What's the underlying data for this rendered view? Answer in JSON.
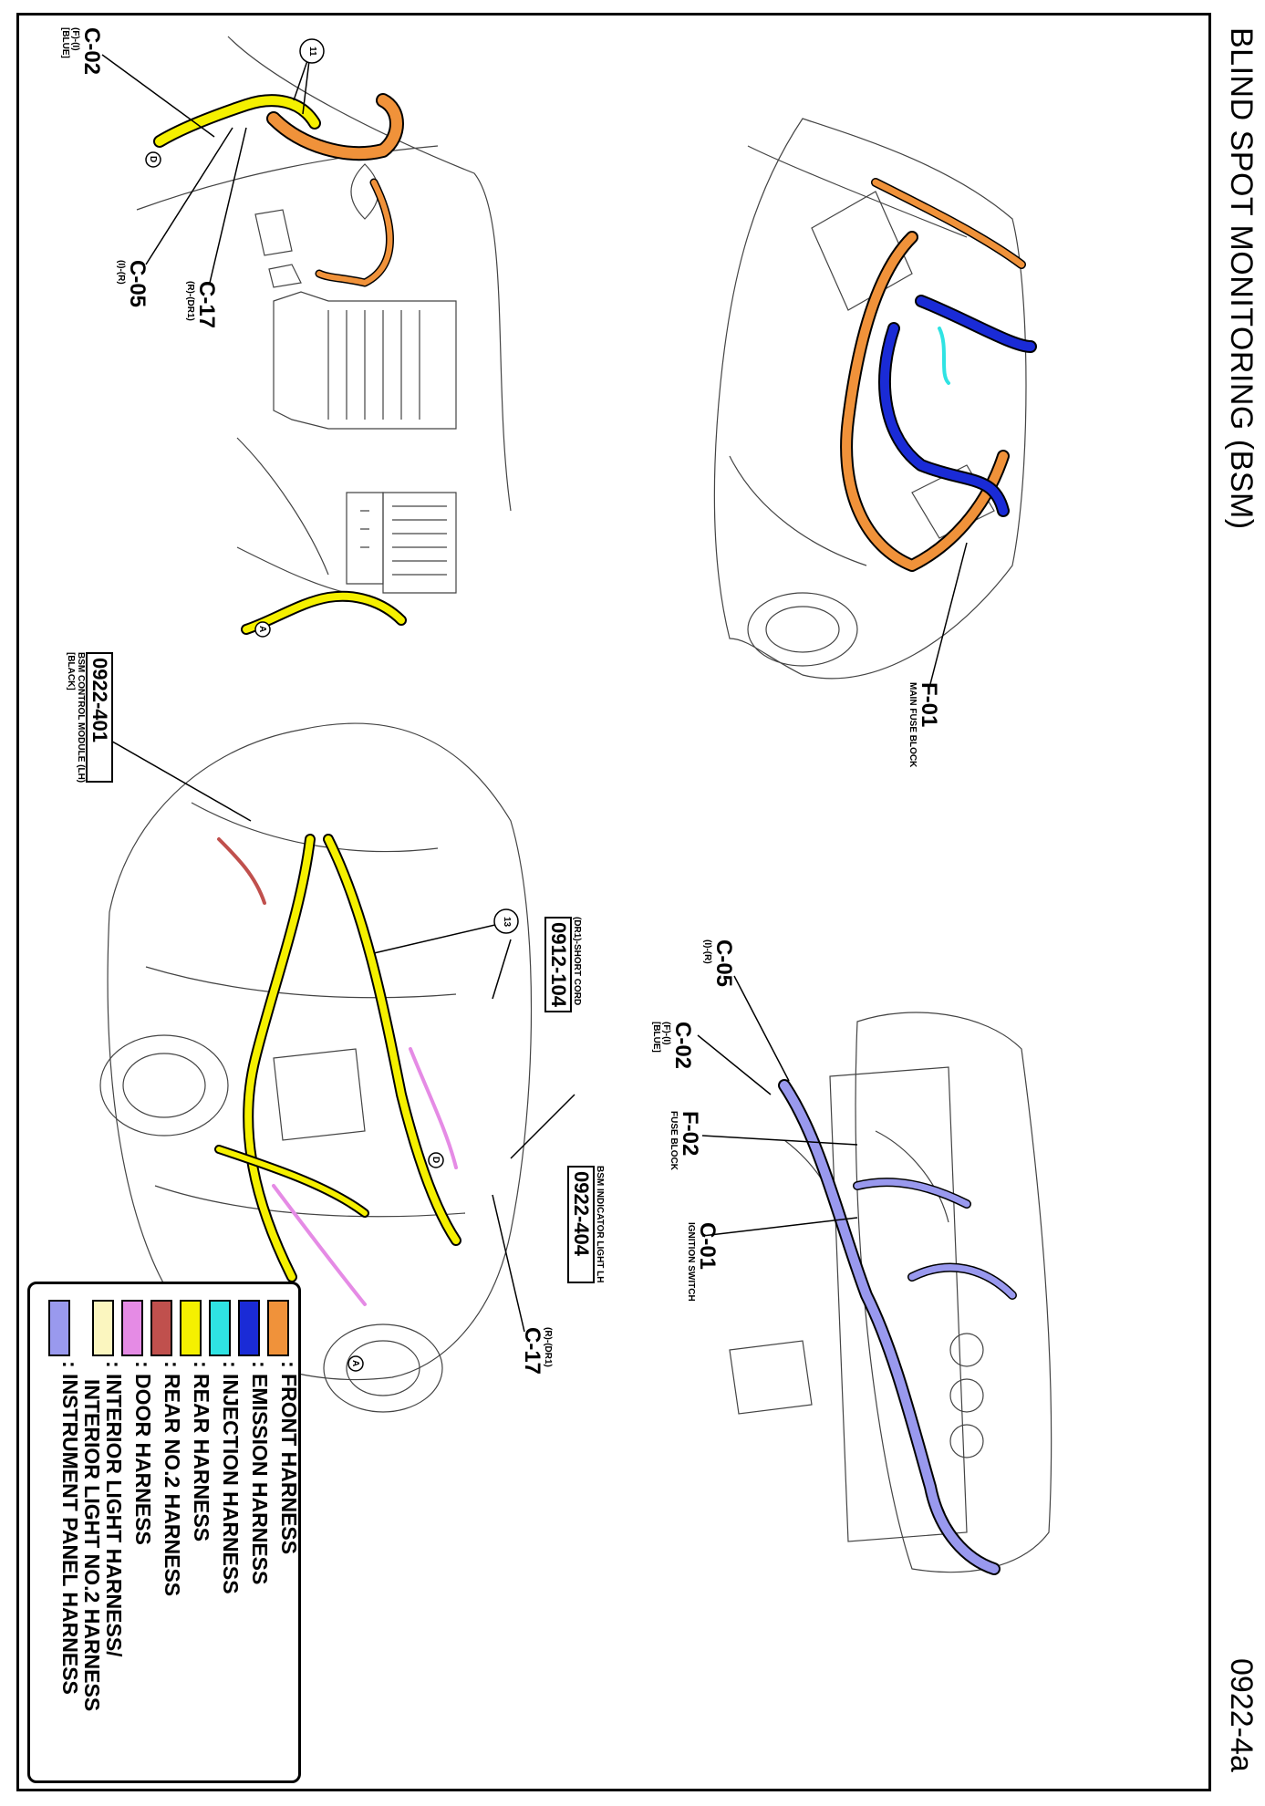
{
  "title": "BLIND SPOT MONITORING (BSM)",
  "page_number": "0922-4a",
  "callouts": {
    "c02_top": {
      "id": "C-02",
      "sub1": "(F)-(I)",
      "sub2": "[BLUE]"
    },
    "c05_top": {
      "id": "C-05",
      "sub1": "(I)-(R)"
    },
    "c17_top": {
      "id": "C-17",
      "sub1": "(R)-(DR1)"
    },
    "ref11": "11",
    "f01": {
      "id": "F-01",
      "sub1": "MAIN FUSE BLOCK"
    },
    "module401": {
      "id": "0922-401",
      "sub1": "BSM CONTROL MODULE (LH)",
      "sub2": "[BLACK]"
    },
    "cord104": {
      "id": "0912-104",
      "sub1": "(DR1)-SHORT CORD"
    },
    "ref13": "13",
    "light404": {
      "id": "0922-404",
      "sub1": "BSM INDICATOR LIGHT LH"
    },
    "c17_bottom": {
      "id": "C-17",
      "sub1": "(R)-(DR1)"
    },
    "c05_bottom": {
      "id": "C-05",
      "sub1": "(I)-(R)"
    },
    "c02_bottom": {
      "id": "C-02",
      "sub1": "(F)-(I)",
      "sub2": "[BLUE]"
    },
    "f02": {
      "id": "F-02",
      "sub1": "FUSE BLOCK"
    },
    "c01": {
      "id": "C-01",
      "sub1": "IGNITION SWITCH"
    },
    "marker_a": "A",
    "marker_d": "D"
  },
  "legend": [
    {
      "label": ": FRONT HARNESS",
      "color": "#f0923a"
    },
    {
      "label": ": EMISSION HARNESS",
      "color": "#1a2bd6"
    },
    {
      "label": ": INJECTION HARNESS",
      "color": "#2fe3e3"
    },
    {
      "label": ": REAR HARNESS",
      "color": "#f5f000"
    },
    {
      "label": ": REAR NO.2 HARNESS",
      "color": "#c0504d"
    },
    {
      "label": ": DOOR HARNESS",
      "color": "#e58be5"
    },
    {
      "label": ": INTERIOR LIGHT HARNESS/",
      "label2": "INTERIOR LIGHT NO.2 HARNESS",
      "color": "#fbf6bf"
    },
    {
      "label": ": INSTRUMENT PANEL HARNESS",
      "color": "#9999ee"
    }
  ]
}
